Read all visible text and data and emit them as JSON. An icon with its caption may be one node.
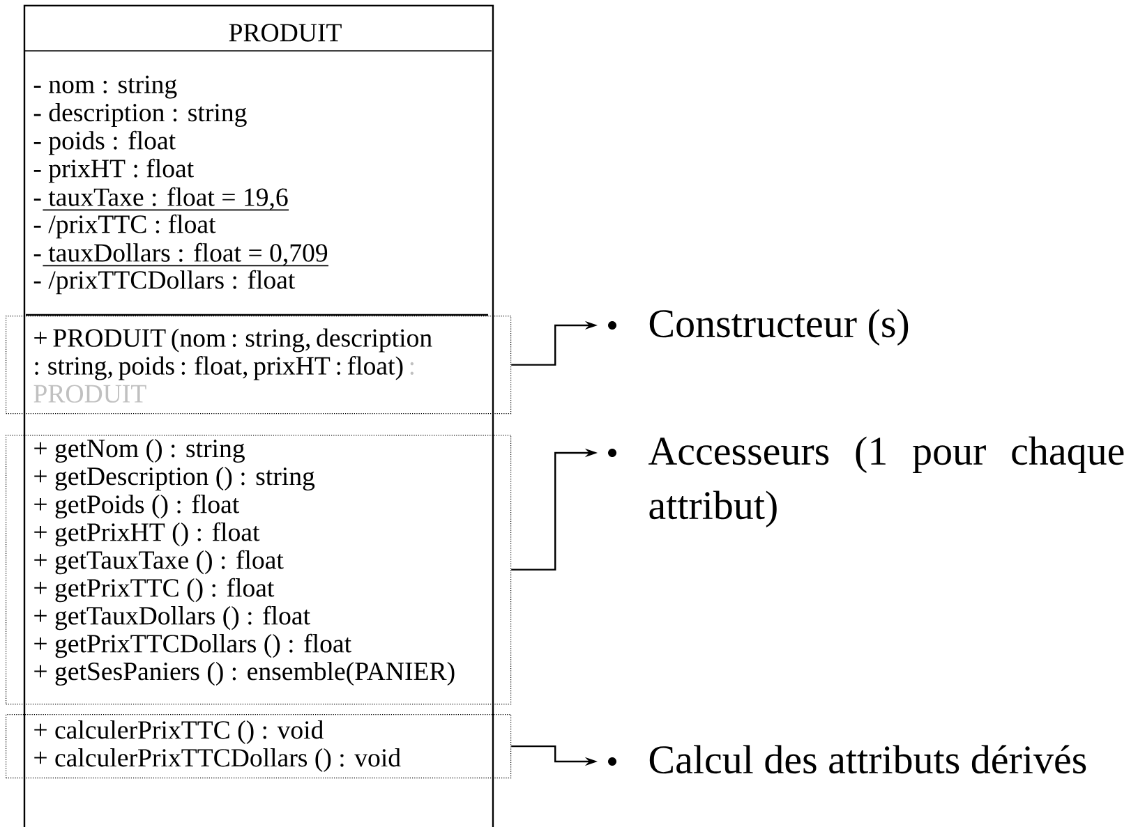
{
  "diagram": {
    "nodes": [
      {
        "text": [
          "PRODUIT",
          "- nom : string",
          "- description : string",
          "- poids : float",
          "- prixHT : float",
          "- tauxTaxe : float = 19,6",
          "- /prixTTC : float",
          "- tauxDollars : float = 0,709",
          "- /prixTTCDollars : float"
        ]
      },
      {
        "text": [
          "+ PRODUIT (nom : string, description : string, poids : float, prixHT : float)",
          ": PRODUIT"
        ]
      },
      {
        "text": [
          "+ getNom () : string",
          "+ getDescription () : string",
          "+ getPoids () : float",
          "+ getPrixHT () : float",
          "+ getTauxTaxe () : float",
          "+ getPrixTTC () : float",
          "+ getTauxDollars () : float",
          "+ getPrixTTCDollars () : float",
          "+ getSesPaniers () : ensemble(PANIER)"
        ]
      },
      {
        "text": [
          "+ calculerPrixTTC () : void",
          "+ calculerPrixTTCDollars () : void"
        ]
      },
      {
        "text": [
          "Constructeur (s)"
        ]
      },
      {
        "text": [
          "Accesseurs (1 pour chaque attribut)"
        ]
      },
      {
        "text": [
          "Calcul des attributs dérivés"
        ]
      }
    ],
    "edges": [
      {
        "from": 1,
        "to": 4,
        "arrow": "to"
      },
      {
        "from": 2,
        "to": 5,
        "arrow": "to"
      },
      {
        "from": 3,
        "to": 6,
        "arrow": "to"
      }
    ]
  }
}
